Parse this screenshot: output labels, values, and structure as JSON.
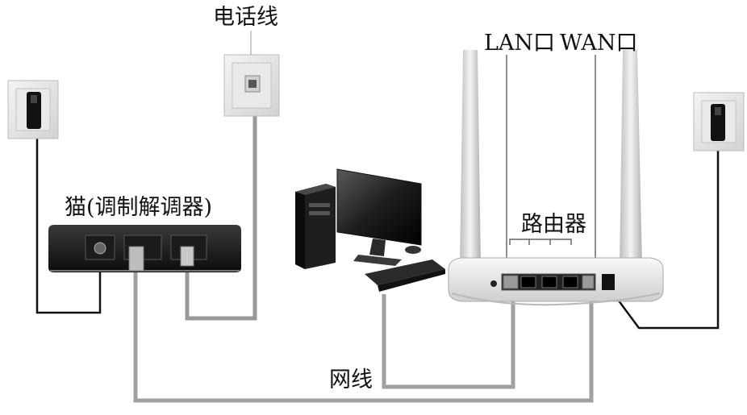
{
  "labels": {
    "phone_line": "电话线",
    "modem": "猫(调制解调器)",
    "lan_port": "LAN口",
    "wan_port": "WAN口",
    "router": "路由器",
    "network_cable": "网线"
  },
  "icons": {
    "wall_socket_left": "power-outlet-icon",
    "phone_jack": "phone-jack-icon",
    "wall_socket_right": "power-outlet-icon",
    "modem": "modem-icon",
    "computer": "desktop-computer-icon",
    "router": "wireless-router-icon"
  }
}
